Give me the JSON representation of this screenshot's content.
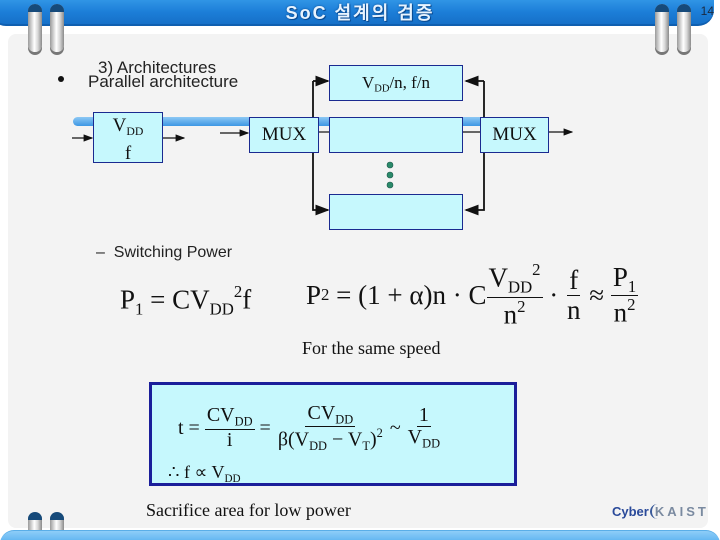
{
  "header": {
    "title": "SoC 설계의 검증",
    "page_number": "14"
  },
  "slide": {
    "section_heading": "3) Architectures",
    "bullet_heading": "Parallel architecture",
    "diagram": {
      "input_block": {
        "line1": "V",
        "line1_sub": "DD",
        "line2": "f"
      },
      "mux_left": "MUX",
      "mux_right": "MUX",
      "parallel_unit_top": {
        "v": "V",
        "v_sub": "DD",
        "rest": "/n, f/n"
      },
      "parallel_unit_middle": "",
      "parallel_unit_bottom": "",
      "ellipsis": "⋮"
    },
    "sub_bullet": {
      "dash": "–",
      "text": "Switching Power"
    },
    "eq_p1": {
      "lhs": "P",
      "lhs_sub": "1",
      "eq": " = CV",
      "v_sub": "DD",
      "v_sup": "2",
      "tail": "f"
    },
    "eq_p2": {
      "lhs": "P",
      "lhs_sub": "2",
      "mid": " = (1 + α)n · C",
      "frac1_num": "V",
      "frac1_num_sub": "DD",
      "frac1_num_sup": "2",
      "frac1_den": "n",
      "frac1_den_sup": "2",
      "dot": " · ",
      "frac2_num": "f",
      "frac2_den": "n",
      "approx": " ≈ ",
      "frac3_num": "P",
      "frac3_num_sub": "1",
      "frac3_den": "n",
      "frac3_den_sup": "2"
    },
    "same_speed": "For the same speed",
    "delay_box": {
      "t": "t = ",
      "f1_num": "CV",
      "f1_num_sub": "DD",
      "f1_den": "i",
      "eq": " = ",
      "f2_num": "CV",
      "f2_num_sub": "DD",
      "f2_den_a": "β(V",
      "f2_den_sub1": "DD",
      "f2_den_b": " − V",
      "f2_den_sub2": "T",
      "f2_den_c": ")",
      "f2_den_sup": "2",
      "tilde": " ~ ",
      "f3_num": "1",
      "f3_den": "V",
      "f3_den_sub": "DD",
      "conclusion": "∴ f ∝ V",
      "conclusion_sub": "DD"
    },
    "footer_note": "Sacrifice area for low power"
  },
  "logo": {
    "part1": "Cyber",
    "part2": "KAIST"
  },
  "colors": {
    "header_blue": "#1c7ed8",
    "box_fill": "#c6f8fd",
    "box_border": "#1a2a90",
    "dot_green": "#2a8a6a"
  }
}
